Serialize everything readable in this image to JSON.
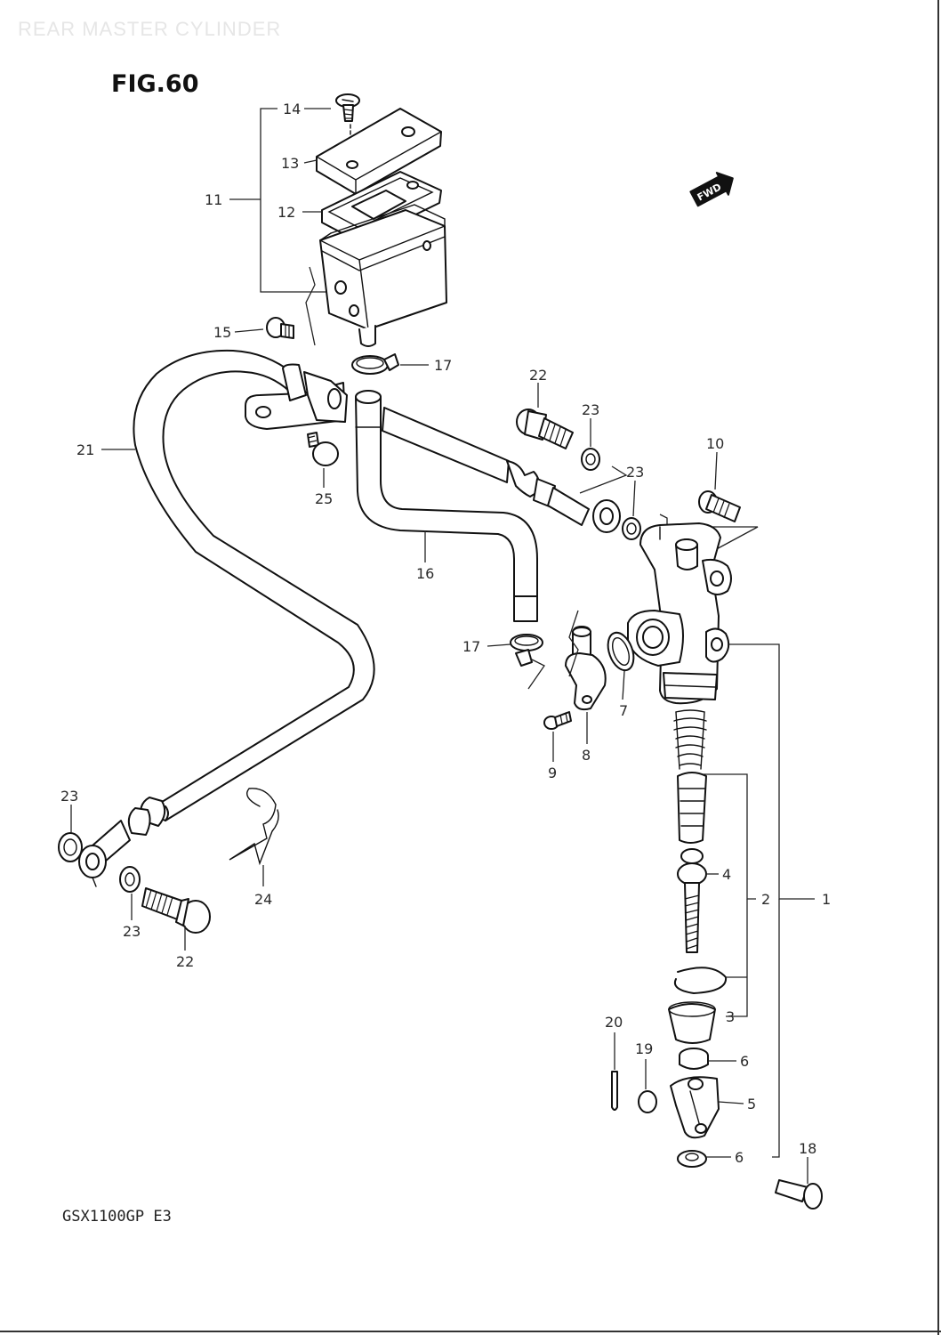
{
  "header": {
    "watermark": "REAR MASTER CYLINDER",
    "figure": "FIG.60"
  },
  "footer": {
    "model": "GSX1100GP E3"
  },
  "badge": {
    "fwd": "FWD"
  },
  "callouts": {
    "c1": "1",
    "c2": "2",
    "c3": "3",
    "c4": "4",
    "c5": "5",
    "c6a": "6",
    "c6b": "6",
    "c7": "7",
    "c8": "8",
    "c9": "9",
    "c10": "10",
    "c11": "11",
    "c12": "12",
    "c13": "13",
    "c14": "14",
    "c15": "15",
    "c16": "16",
    "c17a": "17",
    "c17b": "17",
    "c18": "18",
    "c19": "19",
    "c20": "20",
    "c21": "21",
    "c22a": "22",
    "c22b": "22",
    "c23a": "23",
    "c23b": "23",
    "c23c": "23",
    "c23d": "23",
    "c24": "24",
    "c25": "25"
  }
}
